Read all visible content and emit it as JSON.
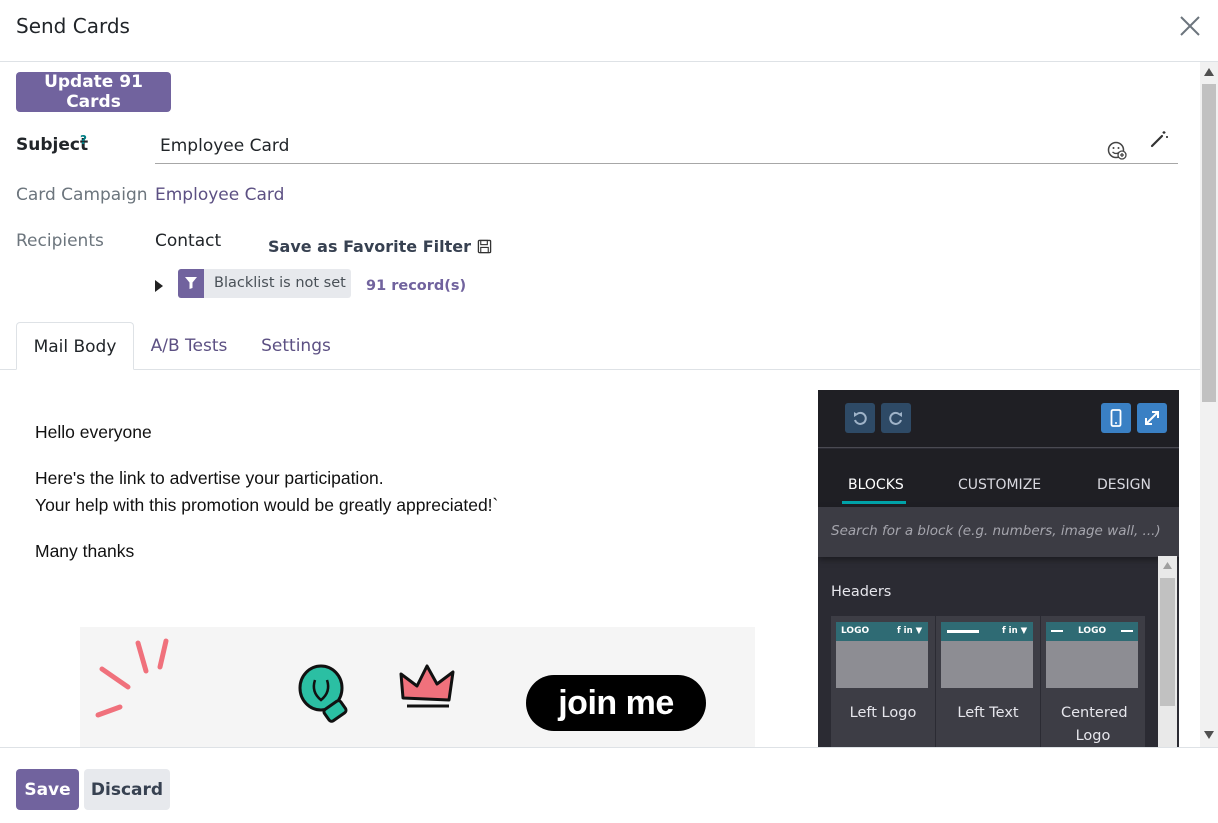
{
  "dialog": {
    "title": "Send Cards"
  },
  "toolbar": {
    "update_label": "Update 91 Cards"
  },
  "form": {
    "subject_label": "Subject",
    "subject_help": "?",
    "subject_value": "Employee Card",
    "campaign_label": "Card Campaign",
    "campaign_value": "Employee Card",
    "recipients_label": "Recipients",
    "recipients_value": "Contact",
    "save_filter_label": "Save as Favorite Filter",
    "filter_tag": "Blacklist is not set",
    "record_count": "91 record(s)"
  },
  "tabs": [
    {
      "label": "Mail Body",
      "active": true
    },
    {
      "label": "A/B Tests",
      "active": false
    },
    {
      "label": "Settings",
      "active": false
    }
  ],
  "mail_body": {
    "greeting": "Hello everyone",
    "line1": "Here's the link to advertise your participation.",
    "line2": "Your help with this promotion would be greatly appreciated!`",
    "closing": "Many thanks",
    "banner_button": "join me"
  },
  "editor": {
    "tabs": [
      {
        "label": "BLOCKS",
        "active": true
      },
      {
        "label": "CUSTOMIZE",
        "active": false
      },
      {
        "label": "DESIGN",
        "active": false
      }
    ],
    "search_placeholder": "Search for a block (e.g. numbers, image wall, ...)",
    "section_title": "Headers",
    "snippets": [
      {
        "name": "Left Logo",
        "thumb_logo": "LOGO",
        "thumb_social": "f in ▼"
      },
      {
        "name": "Left Text",
        "thumb_logo": "",
        "thumb_social": "f in ▼"
      },
      {
        "name": "Centered Logo",
        "thumb_logo": "LOGO",
        "thumb_social": ""
      }
    ]
  },
  "footer": {
    "save_label": "Save",
    "discard_label": "Discard"
  },
  "colors": {
    "primary": "#71639e",
    "link": "#5c5083",
    "editor_bg": "#2b2b33",
    "editor_accent": "#01a3a9"
  }
}
